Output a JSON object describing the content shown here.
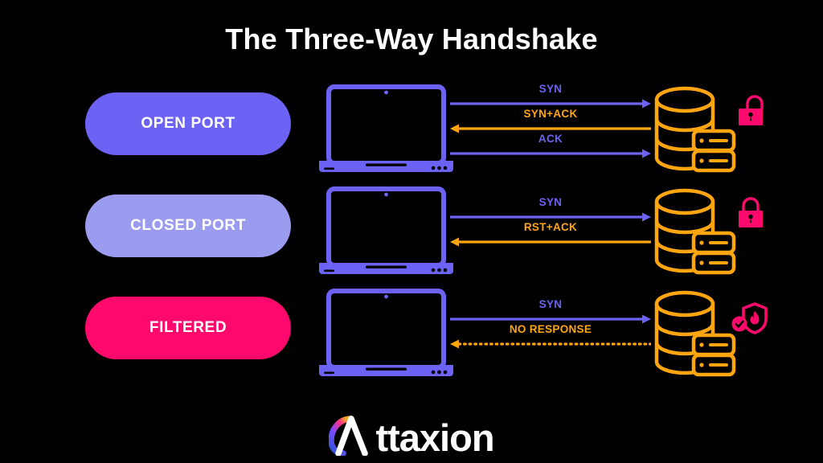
{
  "title": "The Three-Way Handshake",
  "colors": {
    "background": "#000000",
    "purple": "#6c63f5",
    "purple_light": "#9b9bf0",
    "pink": "#ff0a6c",
    "orange": "#ffa510",
    "title_text": "#ffffff",
    "pill_text": "#ffffff"
  },
  "rows": [
    {
      "status": "OPEN PORT",
      "status_color": "#6c63f5",
      "device_icon": "laptop-icon",
      "server_icon": "database-server-icon",
      "badge_icon": "unlocked-padlock-icon",
      "badge_color": "#ff0a6c",
      "messages": [
        {
          "label": "SYN",
          "direction": "right",
          "color": "#6c63f5",
          "style": "solid"
        },
        {
          "label": "SYN+ACK",
          "direction": "left",
          "color": "#ffa510",
          "style": "solid"
        },
        {
          "label": "ACK",
          "direction": "right",
          "color": "#6c63f5",
          "style": "solid"
        }
      ]
    },
    {
      "status": "CLOSED PORT",
      "status_color": "#9b9bf0",
      "device_icon": "laptop-icon",
      "server_icon": "database-server-icon",
      "badge_icon": "locked-padlock-icon",
      "badge_color": "#ff0a6c",
      "messages": [
        {
          "label": "SYN",
          "direction": "right",
          "color": "#6c63f5",
          "style": "solid"
        },
        {
          "label": "RST+ACK",
          "direction": "left",
          "color": "#ffa510",
          "style": "solid"
        }
      ]
    },
    {
      "status": "FILTERED",
      "status_color": "#ff0a6c",
      "device_icon": "laptop-icon",
      "server_icon": "database-server-icon",
      "badge_icon": "firewall-shield-icon",
      "badge_color": "#ff0a6c",
      "messages": [
        {
          "label": "SYN",
          "direction": "right",
          "color": "#6c63f5",
          "style": "solid"
        },
        {
          "label": "NO RESPONSE",
          "direction": "left",
          "color": "#ffa510",
          "style": "dotted"
        }
      ]
    }
  ],
  "logo": {
    "mark_icon": "attaxion-a-mark-icon",
    "wordmark": "ttaxion",
    "gradient": [
      "#f5a623",
      "#ff2d87",
      "#7b4dff",
      "#2f55d4"
    ]
  }
}
